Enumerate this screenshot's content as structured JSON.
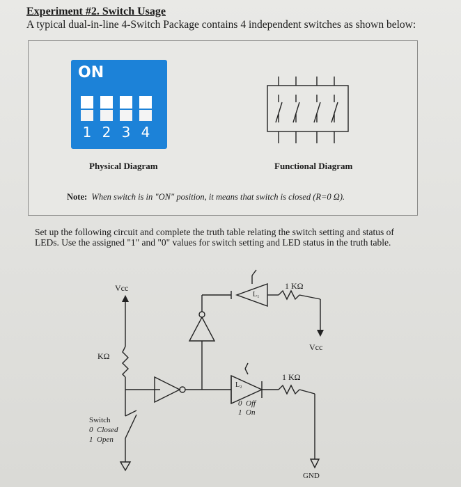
{
  "heading": {
    "title": "Experiment #2. Switch Usage",
    "subtitle": "A typical dual-in-line 4-Switch Package contains 4 independent switches as shown below:"
  },
  "figure": {
    "dip_on_label": "ON",
    "dip_numbers": [
      "1",
      "2",
      "3",
      "4"
    ],
    "physical_caption": "Physical Diagram",
    "functional_caption": "Functional Diagram",
    "note_label": "Note:",
    "note_text": "When switch is in \"ON\" position, it means that switch is closed (R=0 Ω)."
  },
  "instructions": "Set up the following circuit and complete the truth table relating the switch setting and status of LEDs. Use the assigned \"1\" and \"0\" values for switch setting and LED status in the truth table.",
  "circuit": {
    "vcc_left": "Vcc",
    "vcc_right": "Vcc",
    "pullup_resistor": "KΩ",
    "resistor_top": "1 KΩ",
    "resistor_bottom": "1 KΩ",
    "led1": "L₁",
    "led2": "L₂",
    "gnd": "GND",
    "switch_title": "Switch",
    "switch_closed": "0  Closed",
    "switch_open": "1  Open",
    "led_off": "0  Off",
    "led_on": "1  On"
  },
  "colors": {
    "dip_blue": "#1c82d8",
    "ink": "#1b1b1b"
  }
}
